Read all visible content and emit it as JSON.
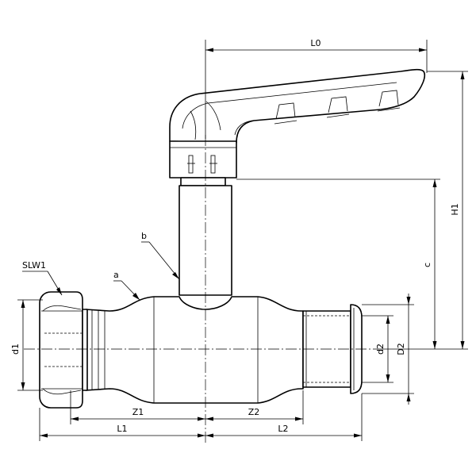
{
  "labels": {
    "L0": "L0",
    "H1": "H1",
    "c": "c",
    "b": "b",
    "a": "a",
    "SLW1": "SLW1",
    "d1": "d1",
    "d2": "d2",
    "D2": "D2",
    "Z1": "Z1",
    "Z2": "Z2",
    "L1": "L1",
    "L2": "L2"
  }
}
